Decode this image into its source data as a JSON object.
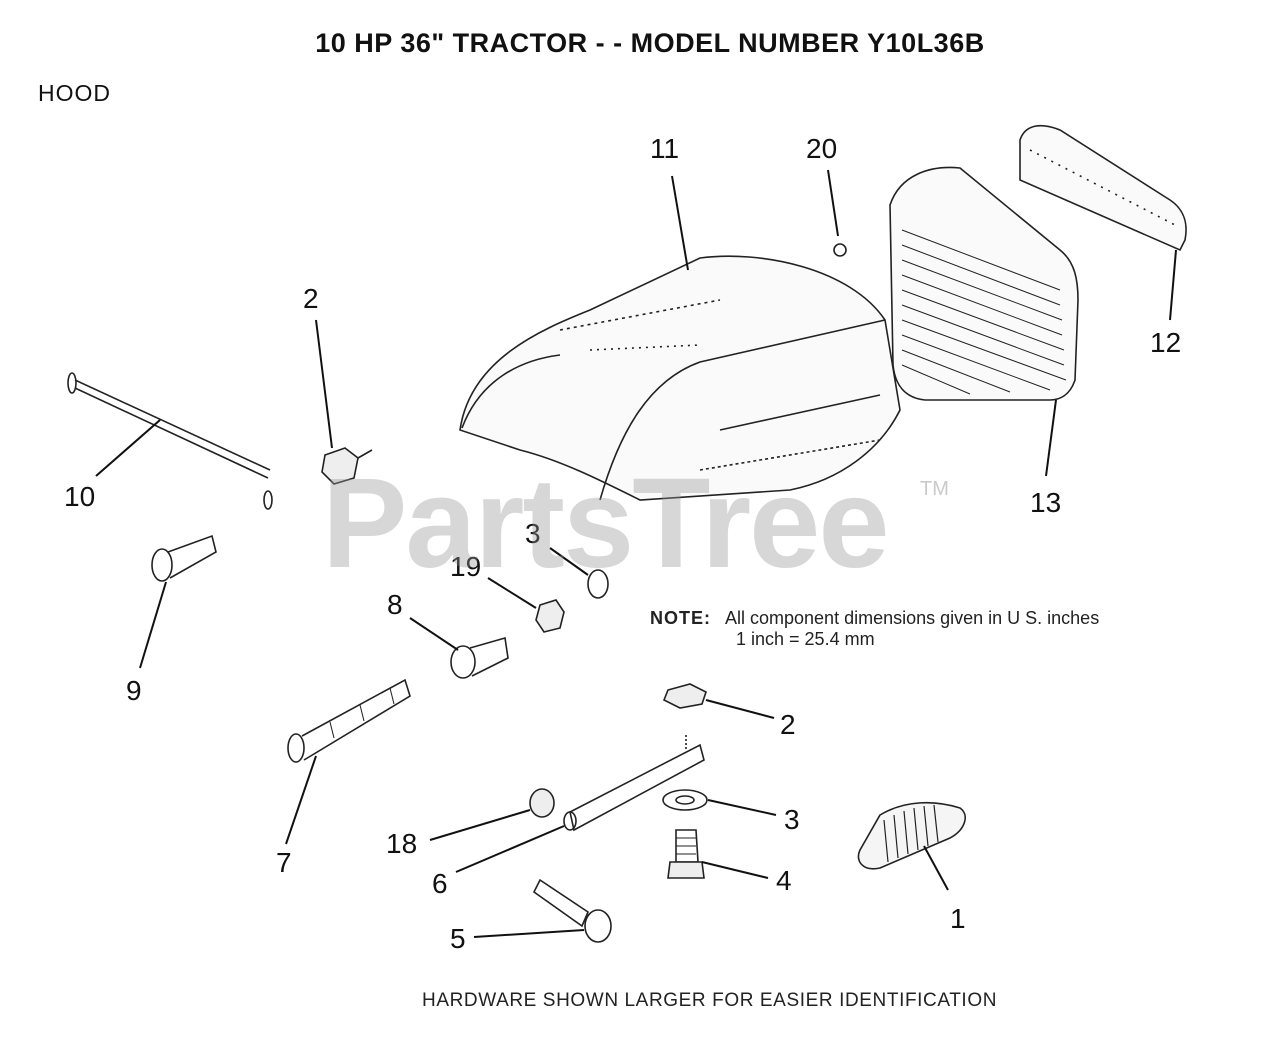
{
  "title": "10 HP 36\" TRACTOR - - MODEL NUMBER Y10L36B",
  "section_label": "HOOD",
  "note": {
    "label": "NOTE:",
    "line1": "All component dimensions given in U S. inches",
    "line2": "1 inch = 25.4 mm"
  },
  "footer": "HARDWARE SHOWN LARGER FOR EASIER IDENTIFICATION",
  "watermark": {
    "text": "PartsTree",
    "tm": "TM"
  },
  "callouts": {
    "c1": "1",
    "c2a": "2",
    "c2b": "2",
    "c3a": "3",
    "c3b": "3",
    "c4": "4",
    "c5": "5",
    "c6": "6",
    "c7": "7",
    "c8": "8",
    "c9": "9",
    "c10": "10",
    "c11": "11",
    "c12": "12",
    "c13": "13",
    "c18": "18",
    "c19": "19",
    "c20": "20"
  }
}
